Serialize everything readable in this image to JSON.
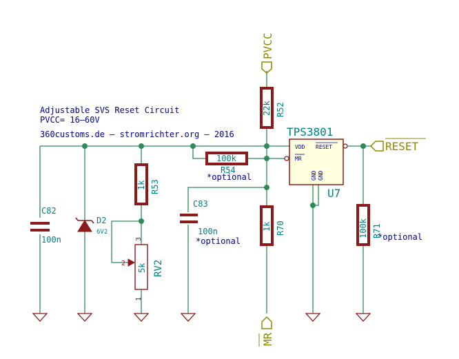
{
  "notes": {
    "title": "Adjustable SVS Reset Circuit",
    "supply": "PVCC= 16–60V",
    "credit": "360customs.de – stromrichter.org – 2016"
  },
  "nets": {
    "pvcc": "PVCC",
    "reset": "RESET",
    "mr": "MR"
  },
  "ic": {
    "name": "TPS3801",
    "ref": "U7",
    "pin_vdd": "VDD",
    "pin_reset": "RESET",
    "pin_mr": "MR",
    "pin_gnd1": "GND",
    "pin_gnd2": "GND"
  },
  "components": {
    "c82": {
      "ref": "C82",
      "value": "100n"
    },
    "d2": {
      "ref": "D2",
      "value": "6V2"
    },
    "r53": {
      "ref": "R53",
      "value": "1k"
    },
    "rv2": {
      "ref": "RV2",
      "value": "5k",
      "pin1": "1",
      "pin2": "2",
      "pin3": "3"
    },
    "c83": {
      "ref": "C83",
      "value": "100n",
      "note": "*optional"
    },
    "r54": {
      "ref": "R54",
      "value": "100k",
      "note": "*optional"
    },
    "r52": {
      "ref": "R52",
      "value": "22k"
    },
    "r70": {
      "ref": "R70",
      "value": "1k"
    },
    "r71": {
      "ref": "R71",
      "value": "100k",
      "note": "*optional"
    }
  },
  "colors": {
    "wire": "#2e8b57",
    "component": "#8b1a1a",
    "ic_fill": "#ffffe0",
    "reference": "#008080",
    "note": "#00008b",
    "net_label": "#8b8b00"
  }
}
